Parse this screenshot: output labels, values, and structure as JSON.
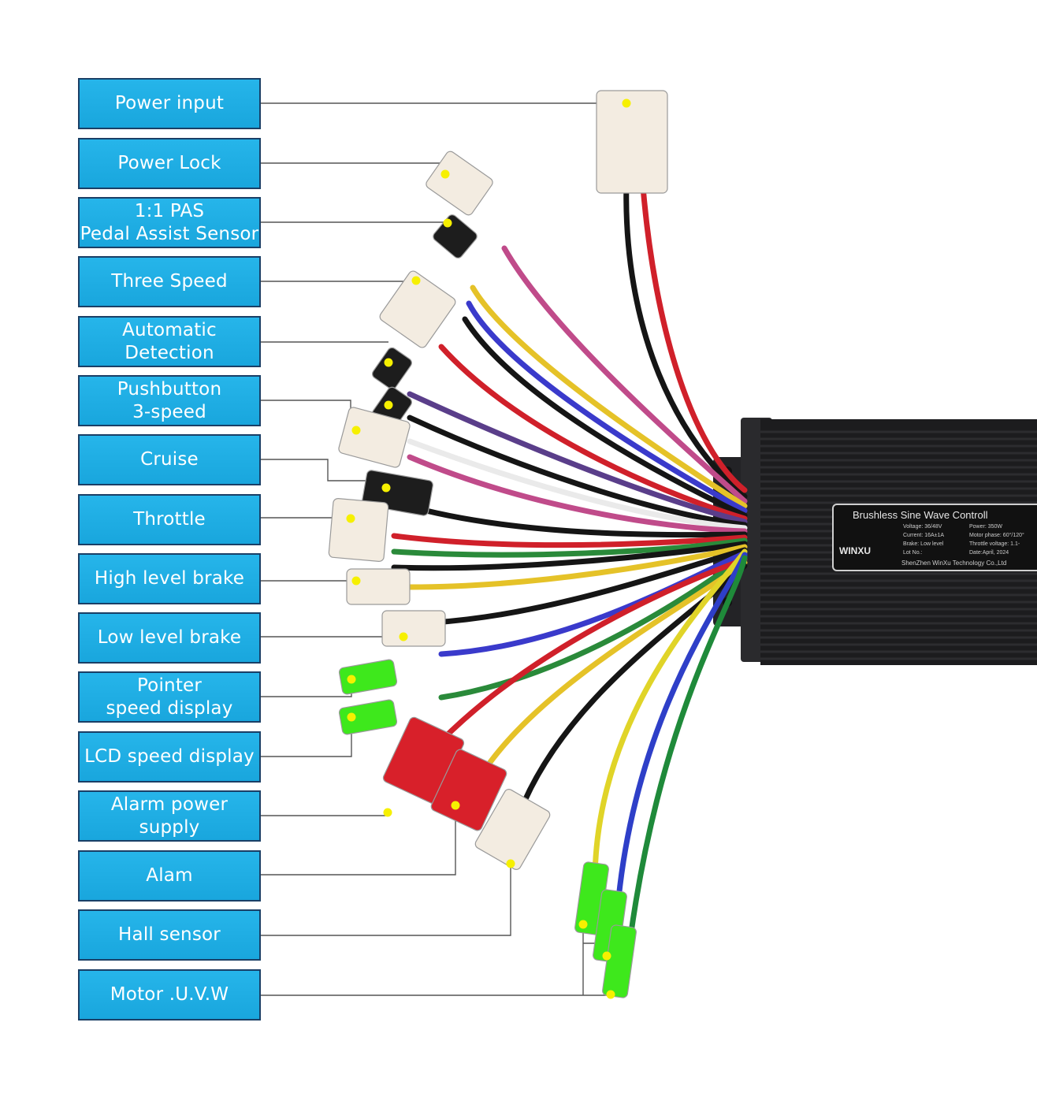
{
  "labels": [
    {
      "id": "power-input",
      "text": "Power input"
    },
    {
      "id": "power-lock",
      "text": "Power Lock"
    },
    {
      "id": "pas-sensor",
      "text": "1:1 PAS\nPedal Assist Sensor"
    },
    {
      "id": "three-speed",
      "text": "Three Speed"
    },
    {
      "id": "automatic-detection",
      "text": "Automatic\nDetection"
    },
    {
      "id": "pushbutton-3-speed",
      "text": "Pushbutton\n3-speed"
    },
    {
      "id": "cruise",
      "text": "Cruise"
    },
    {
      "id": "throttle",
      "text": "Throttle"
    },
    {
      "id": "high-level-brake",
      "text": "High level brake"
    },
    {
      "id": "low-level-brake",
      "text": "Low level brake"
    },
    {
      "id": "pointer-speed-display",
      "text": "Pointer\nspeed display"
    },
    {
      "id": "lcd-speed-display",
      "text": "LCD speed display"
    },
    {
      "id": "alarm-power-supply",
      "text": "Alarm power\nsupply"
    },
    {
      "id": "alam",
      "text": "Alam"
    },
    {
      "id": "hall-sensor",
      "text": "Hall sensor"
    },
    {
      "id": "motor-uvw",
      "text": "Motor .U.V.W"
    }
  ],
  "controller": {
    "title": "Brushless Sine Wave Controll",
    "brand": "WINXU",
    "specs_left": [
      "Voltage: 36/48V",
      "Current: 16A±1A",
      "Brake: Low level",
      "Lot No.:"
    ],
    "specs_right": [
      "Power: 350W",
      "Motor phase: 60°/120°",
      "Throttle voltage: 1.1-",
      "Date:April, 2024"
    ],
    "maker": "ShenZhen WinXu Technology Co.,Ltd",
    "colors": {
      "body": "#1c1c1e",
      "fin": "#2c2c2f",
      "label_bg": "#111111",
      "label_border": "#cfcfcf"
    }
  },
  "colors": {
    "label_bg": "#1eaee5",
    "label_border": "#1a3f66",
    "marker": "#f6f000",
    "leader": "#555555"
  }
}
